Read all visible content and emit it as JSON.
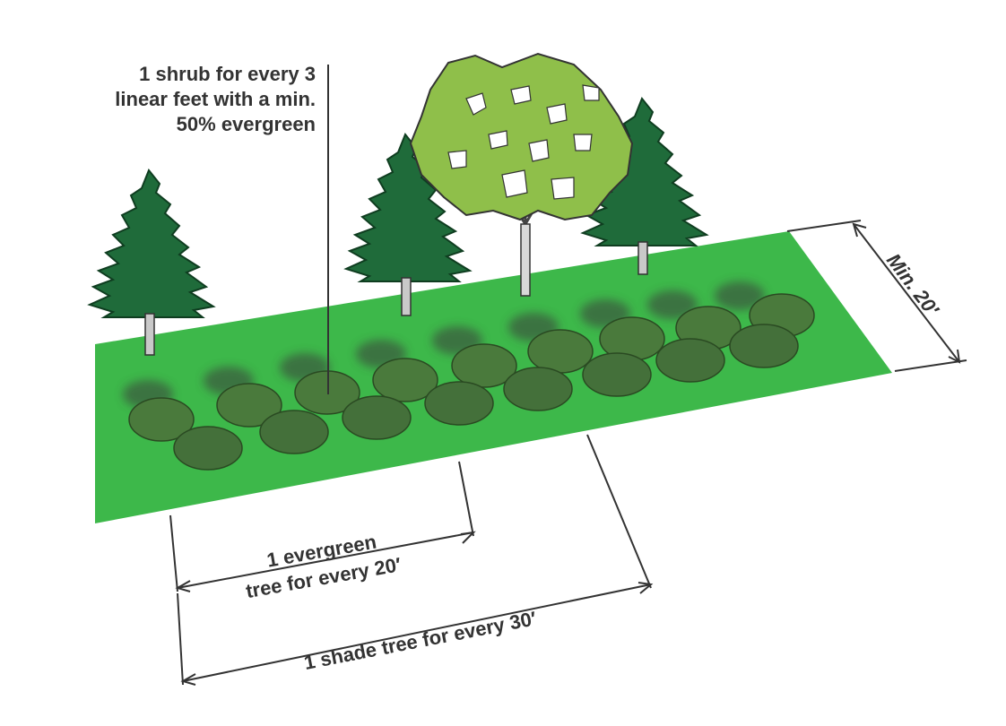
{
  "shrub_note": {
    "line1": "1 shrub for every 3",
    "line2": "linear feet with a min.",
    "line3": "50% evergreen"
  },
  "evergreen_spacing": {
    "line1": "1 evergreen",
    "line2": "tree for every 20′"
  },
  "shade_spacing": {
    "label": "1 shade tree for every 30′"
  },
  "buffer_width": {
    "label": "Min. 20′"
  },
  "colors": {
    "lawn": "#3db84a",
    "evergreen": "#1f6b3a",
    "evergreen_dark": "#0f3d20",
    "shade_canopy": "#8fbf4a",
    "shrub": "#4a7a3c",
    "shrub_shadow": "#3a3a3a",
    "ink": "#333333"
  }
}
